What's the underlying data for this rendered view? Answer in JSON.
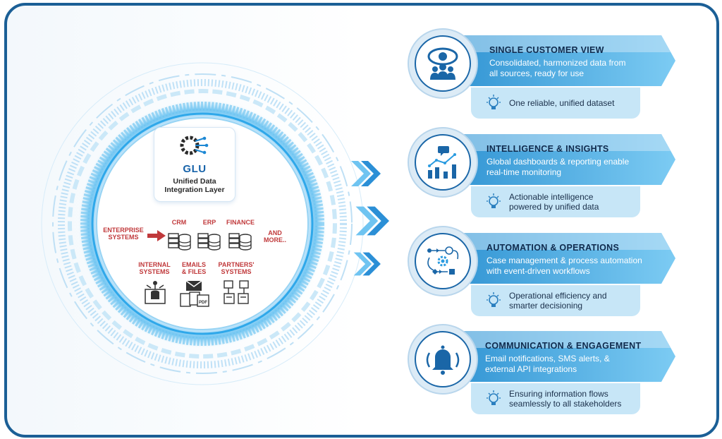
{
  "hub": {
    "brand": "GLU",
    "subtitle_line1": "Unified Data",
    "subtitle_line2": "Integration Layer",
    "enterprise_line1": "ENTERPRISE",
    "enterprise_line2": "SYSTEMS",
    "crm": "CRM",
    "erp": "ERP",
    "finance": "FINANCE",
    "and_more_line1": "AND",
    "and_more_line2": "MORE..",
    "internal_line1": "INTERNAL",
    "internal_line2": "SYSTEMS",
    "emails_line1": "EMAILS",
    "emails_line2": "& FILES",
    "partners_line1": "PARTNERS'",
    "partners_line2": "SYSTEMS",
    "pdf_badge": "PDF"
  },
  "panels": [
    {
      "icon": "eye-and-people-icon",
      "title": "SINGLE CUSTOMER VIEW",
      "desc_line1": "Consolidated, harmonized data from",
      "desc_line2": "all sources, ready for use",
      "tip_line1": "One reliable, unified dataset",
      "tip_line2": ""
    },
    {
      "icon": "bar-chart-icon",
      "title": "INTELLIGENCE & INSIGHTS",
      "desc_line1": "Global dashboards & reporting enable",
      "desc_line2": "real-time monitoring",
      "tip_line1": "Actionable intelligence",
      "tip_line2": "powered by unified data"
    },
    {
      "icon": "workflow-gear-icon",
      "title": "AUTOMATION & OPERATIONS",
      "desc_line1": "Case management & process automation",
      "desc_line2": "with event-driven workflows",
      "tip_line1": "Operational efficiency and",
      "tip_line2": "smarter decisioning"
    },
    {
      "icon": "bell-icon",
      "title": "COMMUNICATION & ENGAGEMENT",
      "desc_line1": "Email notifications, SMS alerts, &",
      "desc_line2": "external API integrations",
      "tip_line1": "Ensuring information flows",
      "tip_line2": "seamlessly to all stakeholders"
    }
  ],
  "colors": {
    "frame": "#1b5f96",
    "banner_light": "#cfe7f7",
    "banner_dark": "#2a8fd0",
    "accent_red": "#c0393b",
    "brand_blue": "#1763a9"
  }
}
